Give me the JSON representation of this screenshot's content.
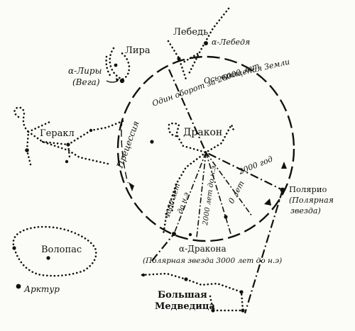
{
  "constellations": {
    "lyra": "Лира",
    "cygnus": "Лебедь",
    "hercules": "Геракл",
    "draco": "Дракон",
    "bootes": "Волопас",
    "ursa_major_1": "Большая",
    "ursa_major_2": "Медведица"
  },
  "stars": {
    "alpha_cygni": "α-Лебедя",
    "vega_1": "α-Лиры",
    "vega_2": "(Вега)",
    "arcturus": "Арктур",
    "polaris_1": "Полярио",
    "polaris_2": "(Полярная",
    "polaris_3": "звезда)",
    "thuban_1": "α-Дракона",
    "thuban_2": "(Полярная звезда 3000 лет до н.э)"
  },
  "labels": {
    "axis_1": "Ось вращения Земли",
    "axis_2": "Один оборот за 26000 лет",
    "precession": "Прецессия",
    "year_2000": "2000 год",
    "years_0": "0 лет",
    "years_2000_bc": "2000 лет до н.э",
    "years_4000_bc_1": "4000 лет",
    "years_4000_bc_2": "до н.э"
  }
}
